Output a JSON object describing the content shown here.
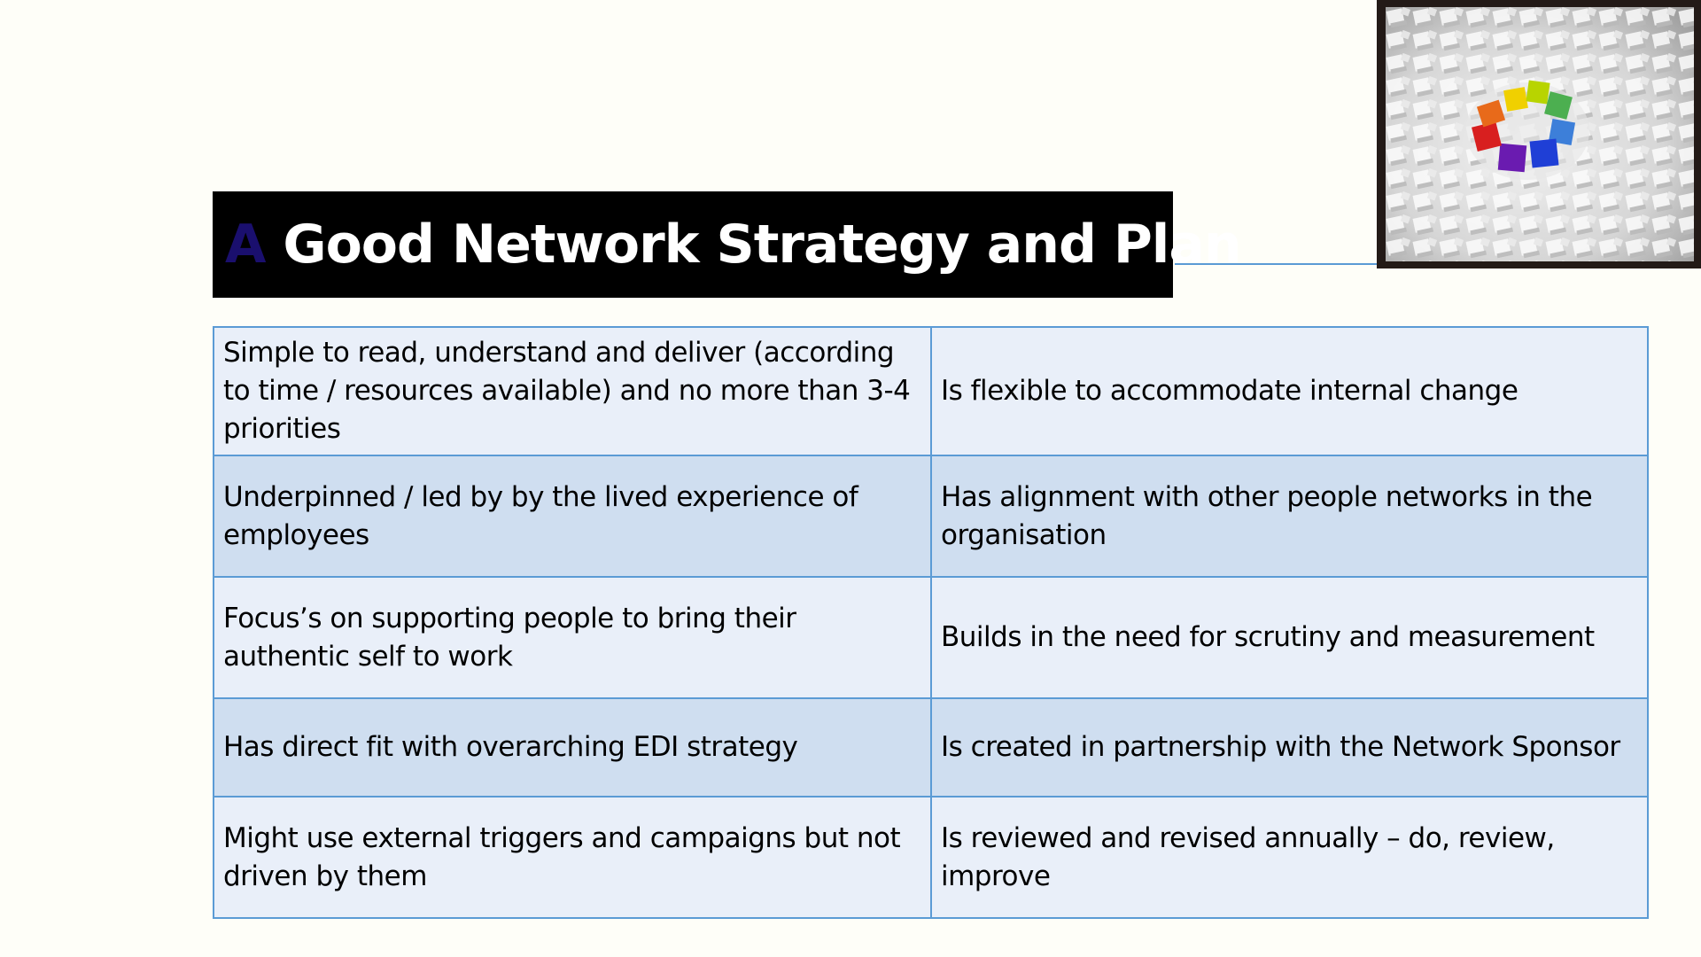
{
  "slide": {
    "title_first_letter": "A",
    "title_rest": " Good Network Strategy and Plan",
    "image_icon": "cubes-circle-image"
  },
  "colors": {
    "title_background": "#000000",
    "title_text": "#ffffff",
    "title_first_letter": "#1a0f6e",
    "table_border": "#5b9bd5",
    "row_light": "#e9eff9",
    "row_dark": "#cfdef0"
  },
  "table": {
    "rows": [
      {
        "left": "Simple to read, understand and deliver (according to time / resources available) and no more than 3-4 priorities",
        "right": "Is flexible to accommodate internal change"
      },
      {
        "left": "Underpinned / led by by the lived experience of employees",
        "right": "Has alignment with other people networks in the organisation"
      },
      {
        "left": "Focus’s on supporting people to bring their authentic self to work",
        "right": "Builds in the need for scrutiny and measurement"
      },
      {
        "left": "Has direct fit with overarching EDI strategy",
        "right": "Is created in partnership with the Network Sponsor"
      },
      {
        "left": "Might use external triggers and campaigns but not driven by them",
        "right": "Is reviewed and revised annually – do, review, improve"
      }
    ]
  }
}
